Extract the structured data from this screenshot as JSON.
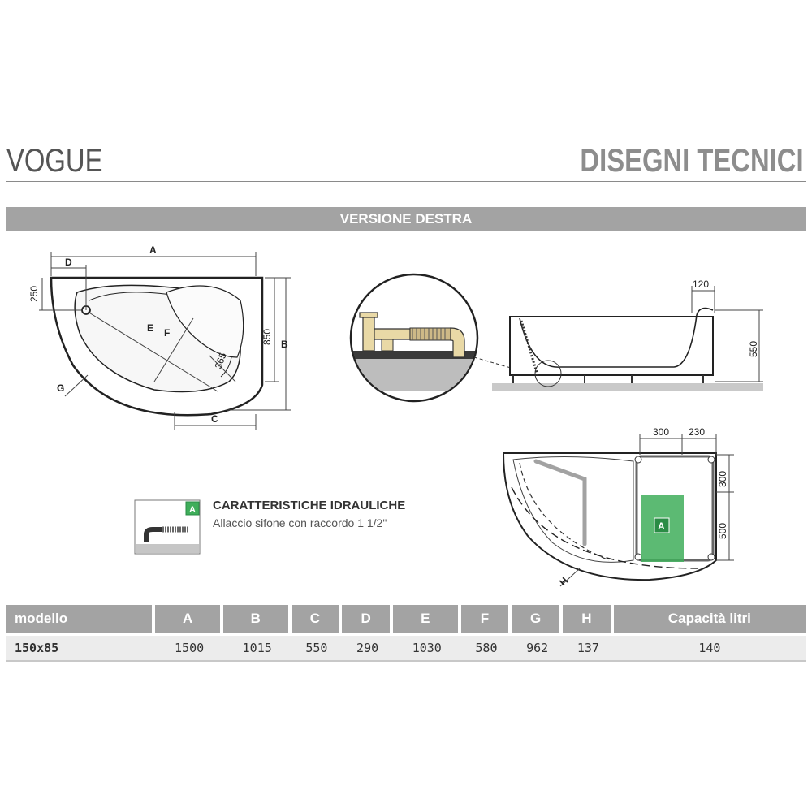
{
  "header": {
    "model_title": "VOGUE",
    "section_title": "DISEGNI TECNICI"
  },
  "version_band": "VERSIONE DESTRA",
  "top_view_labels": {
    "A": "A",
    "B": "B",
    "C": "C",
    "D": "D",
    "E": "E",
    "F": "F",
    "G": "G",
    "dim_250": "250",
    "dim_850": "850",
    "dim_365": "365"
  },
  "side_view_labels": {
    "dim_120": "120",
    "dim_550": "550"
  },
  "bottom_view_labels": {
    "dim_300_top": "300",
    "dim_230": "230",
    "dim_300_right": "300",
    "dim_500": "500",
    "H": "H",
    "zone_A": "A"
  },
  "hydraulics": {
    "badge": "A",
    "title": "CARATTERISTICHE IDRAULICHE",
    "subtitle": "Allaccio sifone con raccordo 1 1/2\""
  },
  "table": {
    "headers": [
      "modello",
      "A",
      "B",
      "C",
      "D",
      "E",
      "F",
      "G",
      "H",
      "Capacità litri"
    ],
    "rows": [
      [
        "150x85",
        "1500",
        "1015",
        "550",
        "290",
        "1030",
        "580",
        "962",
        "137",
        "140"
      ]
    ]
  },
  "colors": {
    "band_gray": "#a3a3a3",
    "zone_green": "#3fae5a",
    "line_dark": "#2a2a2a"
  }
}
